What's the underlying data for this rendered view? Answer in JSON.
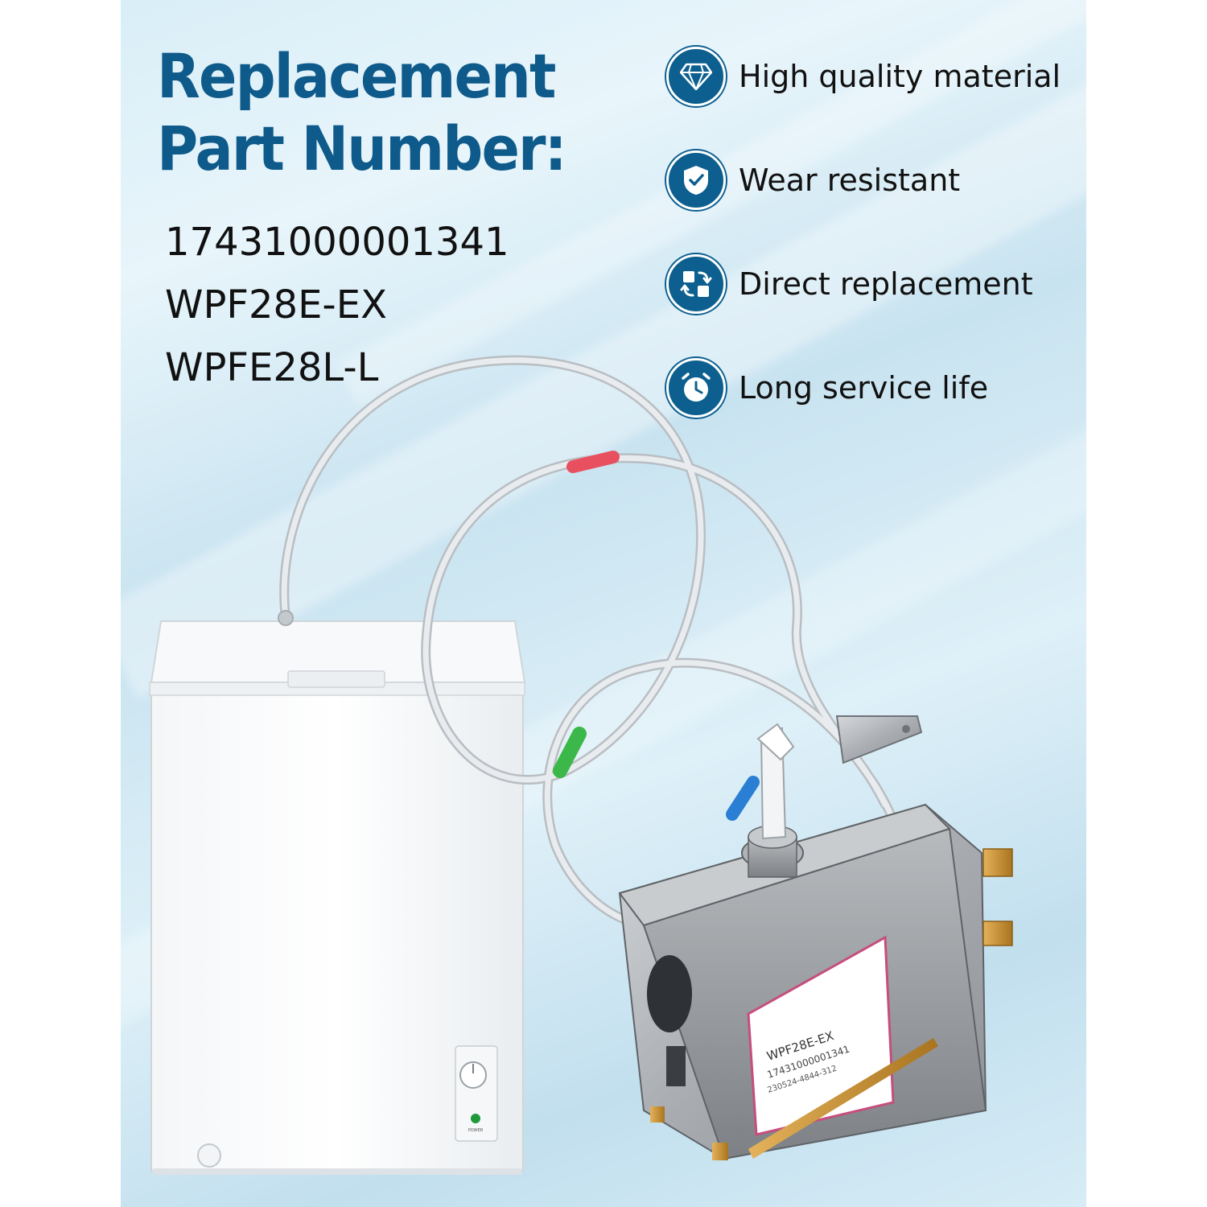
{
  "headline": {
    "line1": "Replacement",
    "line2": "Part Number:"
  },
  "part_numbers": [
    "17431000001341",
    "WPF28E-EX",
    "WPFE28L-L"
  ],
  "features": [
    {
      "label": "High quality material",
      "icon": "diamond-icon"
    },
    {
      "label": "Wear resistant",
      "icon": "shield-check-icon"
    },
    {
      "label": "Direct replacement",
      "icon": "swap-icon"
    },
    {
      "label": "Long service life",
      "icon": "clock-icon"
    }
  ],
  "freezer": {
    "power_label": "POWER"
  },
  "thermostat_label": {
    "model": "WPF28E-EX",
    "part": "17431000001341",
    "code": "230524-4844-312"
  },
  "colors": {
    "accent": "#0e5a8a",
    "badge": "#0c5f8f",
    "sleeve_red": "#e8505f",
    "sleeve_green": "#3cb84a",
    "sleeve_blue": "#2a7fd4",
    "terminal_brass": "#c8912e"
  }
}
